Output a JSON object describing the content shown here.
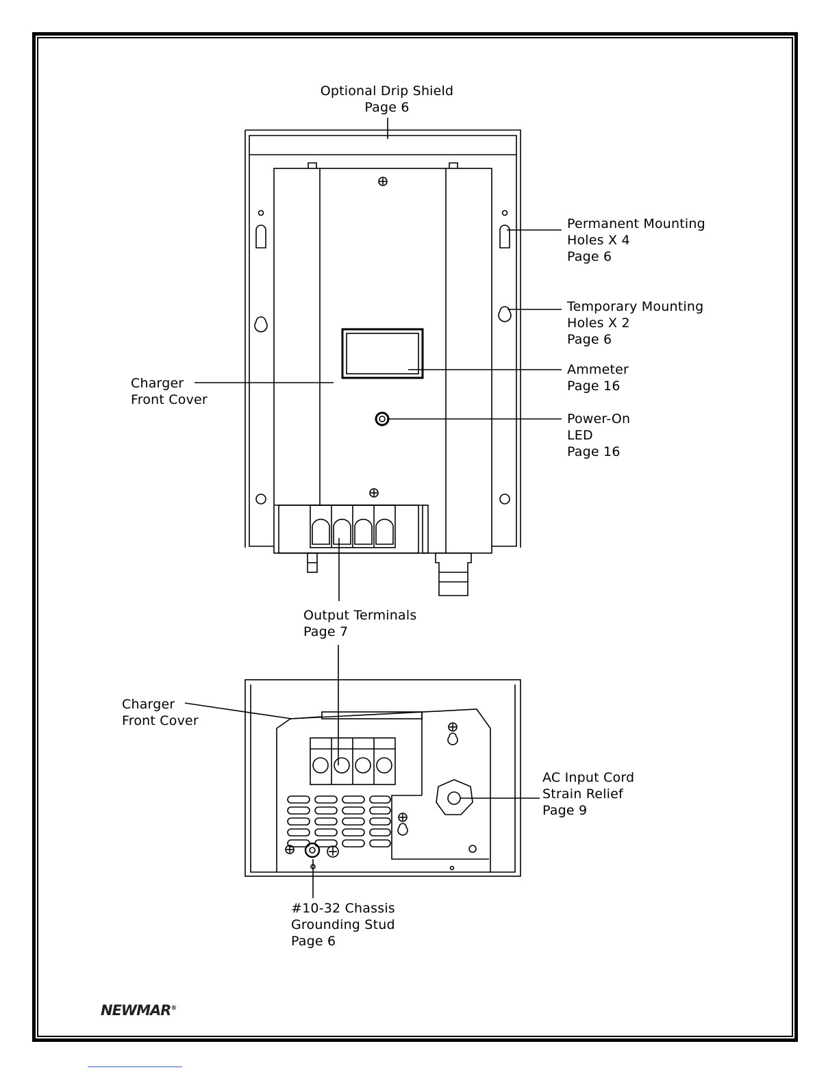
{
  "labels": {
    "drip_shield": [
      "Optional Drip Shield",
      "Page 6"
    ],
    "permanent_mounting": [
      "Permanent Mounting",
      "Holes X 4",
      "Page 6"
    ],
    "temporary_mounting": [
      "Temporary Mounting",
      "Holes X 2",
      "Page 6"
    ],
    "charger_front_cover_top": [
      "Charger",
      "Front Cover"
    ],
    "ammeter": [
      "Ammeter",
      "Page 16"
    ],
    "power_led": [
      "Power-On",
      "LED",
      "Page 16"
    ],
    "output_terminals": [
      "Output Terminals",
      "Page 7"
    ],
    "charger_front_cover_bottom": [
      "Charger",
      "Front Cover"
    ],
    "ac_input": [
      "AC Input Cord",
      "Strain Relief",
      "Page 9"
    ],
    "grounding_stud": [
      "#10-32 Chassis",
      "Grounding Stud",
      "Page 6"
    ]
  },
  "logo_text": "NEWMAR",
  "logo_mark": "®"
}
